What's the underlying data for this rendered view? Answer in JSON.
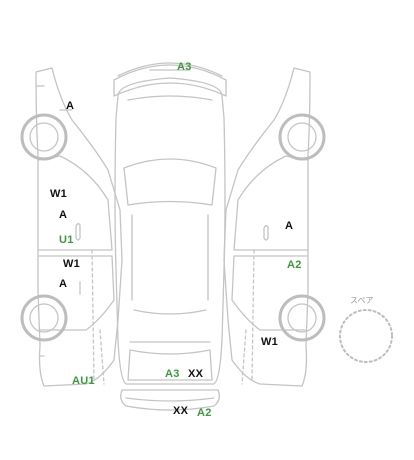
{
  "colors": {
    "outline": "#c4c4c4",
    "black_label": "#111111",
    "green_label": "#3b9a3b",
    "spare": "#bdbdbd"
  },
  "spare_label": "スペア",
  "markers": {
    "roof_front": {
      "text": "A3",
      "color": "green"
    },
    "left_front_fender": {
      "text": "A",
      "color": "black"
    },
    "left_front_door_w": {
      "text": "W1",
      "color": "black"
    },
    "left_front_door_a": {
      "text": "A",
      "color": "black"
    },
    "left_front_door_u": {
      "text": "U1",
      "color": "green"
    },
    "left_rear_door_w": {
      "text": "W1",
      "color": "black"
    },
    "left_rear_door_a": {
      "text": "A",
      "color": "black"
    },
    "left_rear_quarter": {
      "text": "AU1",
      "color": "green"
    },
    "right_front_door": {
      "text": "A",
      "color": "black"
    },
    "right_rear_door": {
      "text": "A2",
      "color": "green"
    },
    "right_rear_quarter": {
      "text": "W1",
      "color": "black"
    },
    "rear_hatch_a3": {
      "text": "A3",
      "color": "green"
    },
    "rear_hatch_xx": {
      "text": "XX",
      "color": "black"
    },
    "rear_bumper_xx": {
      "text": "XX",
      "color": "black"
    },
    "rear_bumper_a2": {
      "text": "A2",
      "color": "green"
    }
  }
}
